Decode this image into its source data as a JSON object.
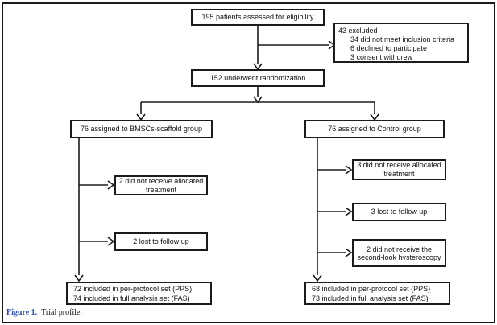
{
  "figure": {
    "caption_label": "Figure 1.",
    "caption_text": "Trial profile.",
    "colors": {
      "caption_accent": "#2b4bb5",
      "line_color": "#1b1b1b",
      "box_background": "#ffffff"
    }
  },
  "flow": {
    "eligibility": "195 patients assessed for eligibility",
    "excluded": {
      "title": "43 excluded",
      "items": [
        "34 did not meet inclusion criteria",
        "6 declined to participate",
        "3 consent withdrew"
      ]
    },
    "randomization": "152 underwent randomization",
    "bmscs_group": {
      "assigned": "76 assigned to BMSCs-scaffold group",
      "dropouts": [
        "2 did not receive allocated treatment",
        "2 lost to follow up"
      ],
      "included": [
        "72 included in per-protocol set (PPS)",
        "74 included in full analysis set (FAS)"
      ]
    },
    "control_group": {
      "assigned": "76 assigned to Control group",
      "dropouts": [
        "3 did not receive allocated treatment",
        "3 lost to follow up",
        "2 did not receive the second-look hysteroscopy"
      ],
      "included": [
        "68 included in per-protocol set (PPS)",
        "73 included in full analysis set (FAS)"
      ]
    }
  }
}
